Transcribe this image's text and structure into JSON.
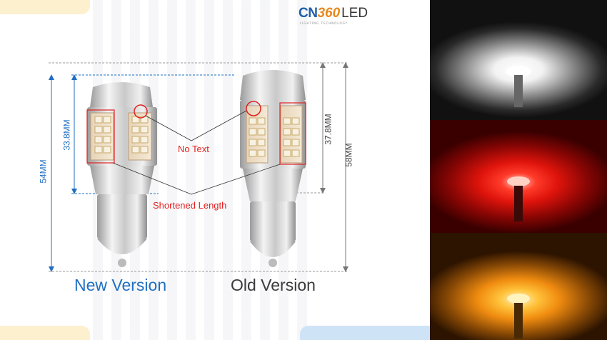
{
  "logo": {
    "brand": "CN",
    "number": "360",
    "suffix": "LED",
    "tagline": "LIGHTING TECHNOLOGY"
  },
  "dimensions": {
    "new_total": "54MM",
    "new_led": "33.8MM",
    "old_led": "37.8MM",
    "old_total": "58MM"
  },
  "callouts": {
    "no_text": "No Text",
    "shortened_length": "Shortened Length"
  },
  "versions": {
    "new": "New Version",
    "old": "Old Version"
  },
  "colors": {
    "accent_blue": "#1f6fc2",
    "callout_red": "#e02222",
    "logo_orange": "#e8891d"
  },
  "light_panels": [
    "white",
    "red",
    "amber"
  ]
}
